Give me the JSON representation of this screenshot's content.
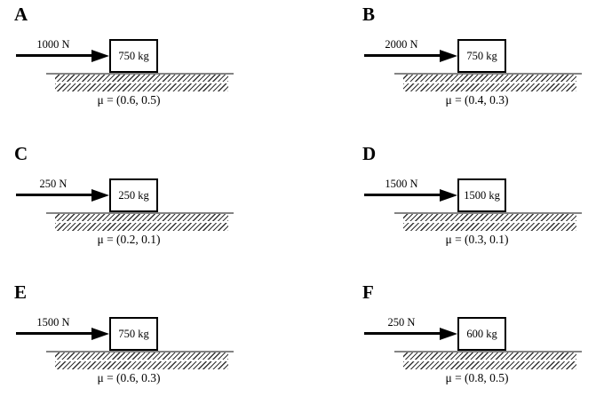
{
  "figure": {
    "description": "Six friction scenarios: a horizontal force pushes a block resting on a hatched ground surface",
    "colors": {
      "ground_line": "#848484",
      "hatch_stroke": "#333333",
      "text": "#000000",
      "background": "#ffffff"
    },
    "panels": [
      {
        "label": "A",
        "force": "1000 N",
        "mass": "750 kg",
        "mu": "μ = (0.6, 0.5)",
        "force_N": 1000,
        "mass_kg": 750,
        "mu_static": 0.6,
        "mu_kinetic": 0.5
      },
      {
        "label": "B",
        "force": "2000 N",
        "mass": "750 kg",
        "mu": "μ = (0.4, 0.3)",
        "force_N": 2000,
        "mass_kg": 750,
        "mu_static": 0.4,
        "mu_kinetic": 0.3
      },
      {
        "label": "C",
        "force": "250 N",
        "mass": "250 kg",
        "mu": "μ = (0.2, 0.1)",
        "force_N": 250,
        "mass_kg": 250,
        "mu_static": 0.2,
        "mu_kinetic": 0.1
      },
      {
        "label": "D",
        "force": "1500 N",
        "mass": "1500 kg",
        "mu": "μ = (0.3, 0.1)",
        "force_N": 1500,
        "mass_kg": 1500,
        "mu_static": 0.3,
        "mu_kinetic": 0.1
      },
      {
        "label": "E",
        "force": "1500 N",
        "mass": "750 kg",
        "mu": "μ = (0.6, 0.3)",
        "force_N": 1500,
        "mass_kg": 750,
        "mu_static": 0.6,
        "mu_kinetic": 0.3
      },
      {
        "label": "F",
        "force": "250 N",
        "mass": "600 kg",
        "mu": "μ = (0.8, 0.5)",
        "force_N": 250,
        "mass_kg": 600,
        "mu_static": 0.8,
        "mu_kinetic": 0.5
      }
    ]
  }
}
